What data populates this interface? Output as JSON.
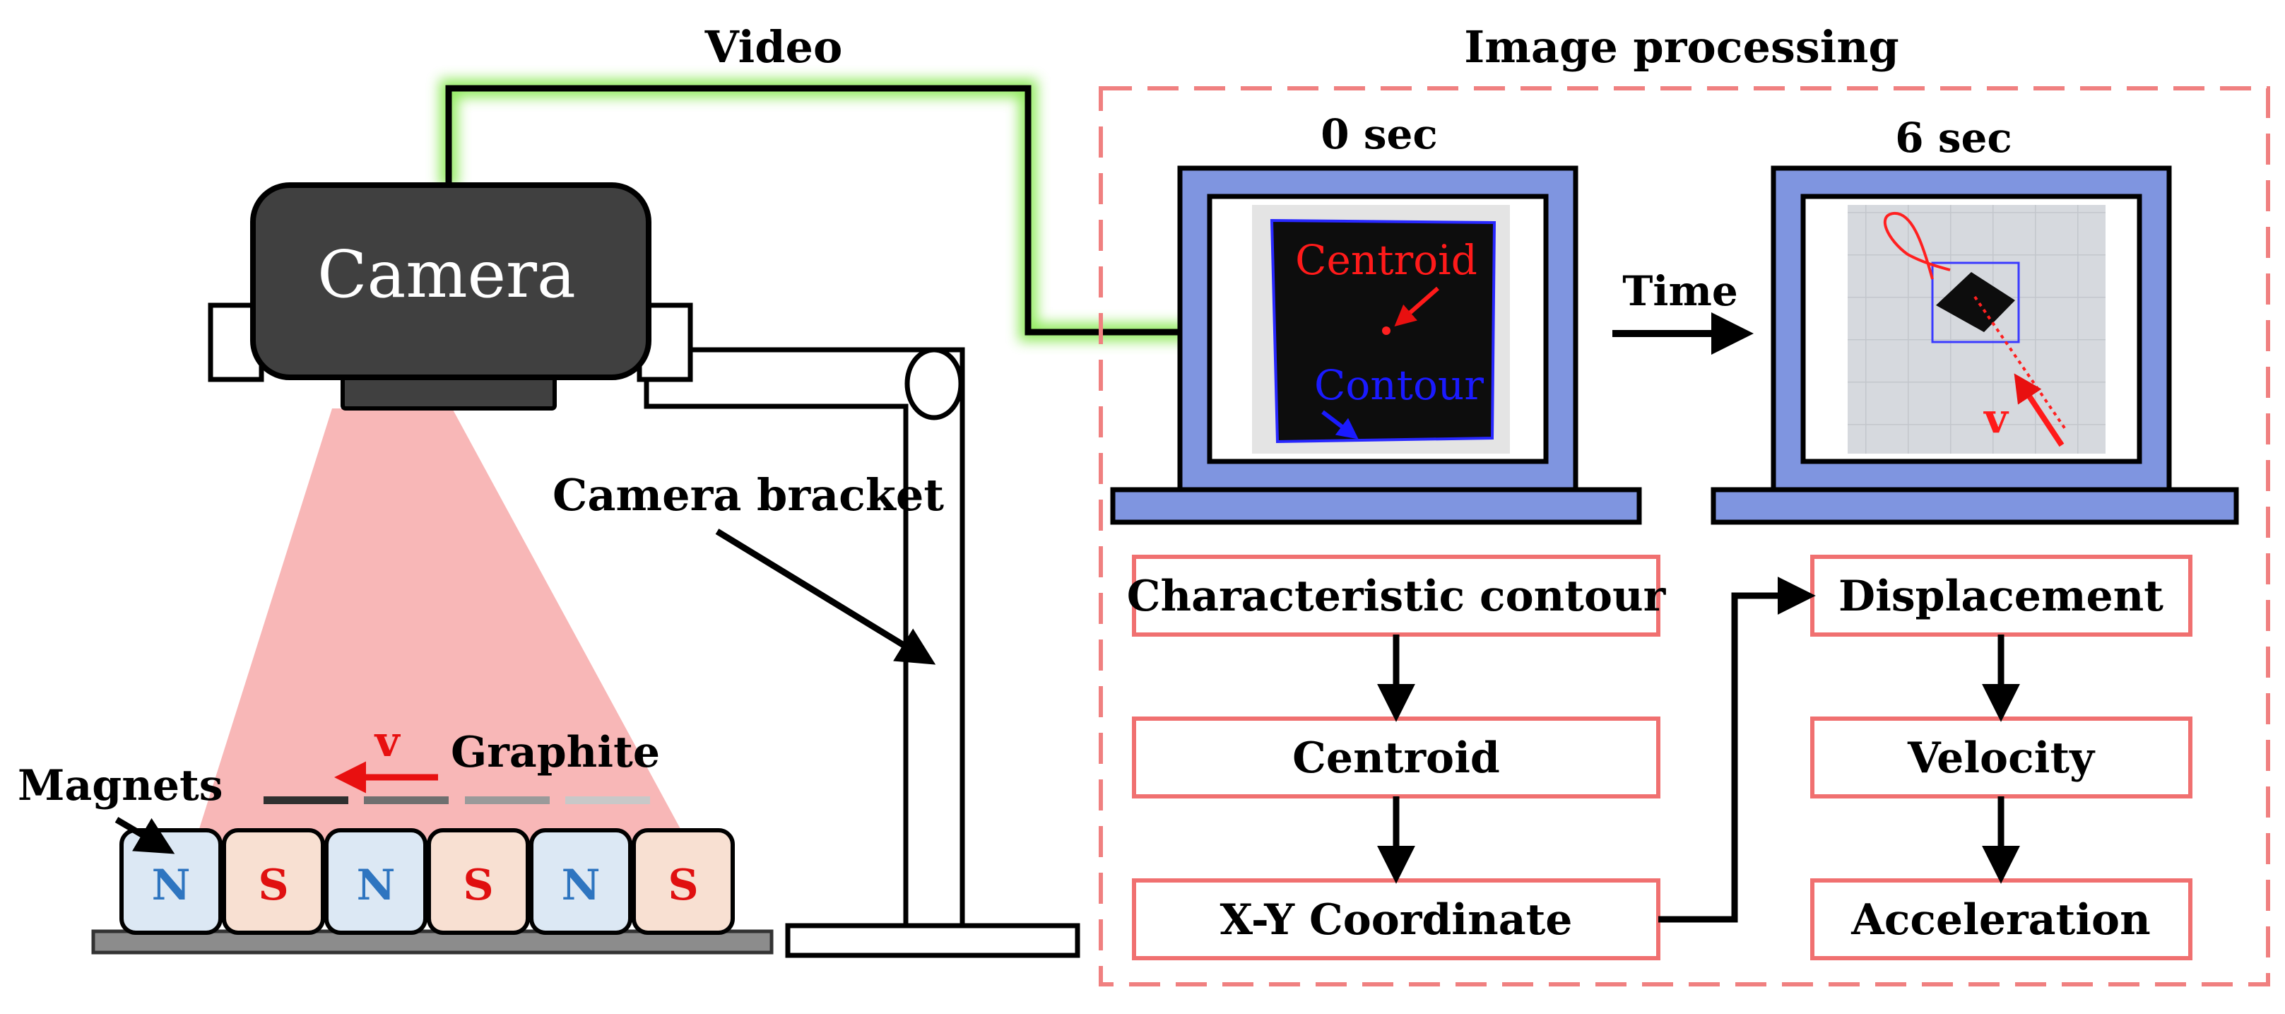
{
  "header": {
    "video_label": "Video",
    "image_processing_label": "Image processing"
  },
  "camera": {
    "label": "Camera",
    "bracket_label": "Camera bracket"
  },
  "track": {
    "magnets_label": "Magnets",
    "graphite_label": "Graphite",
    "velocity_symbol": "v",
    "magnets": [
      "N",
      "S",
      "N",
      "S",
      "N",
      "S"
    ]
  },
  "frames": {
    "first_time": "0 sec",
    "second_time": "6 sec",
    "time_arrow_label": "Time",
    "centroid_label": "Centroid",
    "contour_label": "Contour",
    "velocity_symbol": "v"
  },
  "pipeline": {
    "left": [
      "Characteristic contour",
      "Centroid",
      "X-Y Coordinate"
    ],
    "right": [
      "Displacement",
      "Velocity",
      "Acceleration"
    ]
  },
  "colors": {
    "dashed_border": "#f08080",
    "box_border": "#f07070",
    "monitor_fill": "#7f95e0",
    "camera_body": "#404040",
    "video_glow": "#7be04a",
    "n_pole_fill": "#dce8f4",
    "n_pole_text": "#2e75c0",
    "s_pole_fill": "#f8e0d2",
    "s_pole_text": "#e01010",
    "beam": "#f6a5a5",
    "velocity_red": "#e81010"
  }
}
